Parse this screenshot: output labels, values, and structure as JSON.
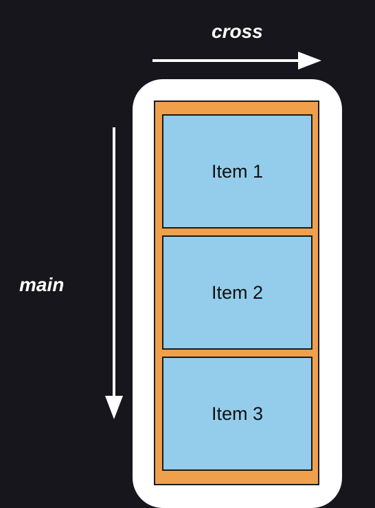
{
  "labels": {
    "cross": "cross",
    "main": "main"
  },
  "items": [
    {
      "label": "Item 1"
    },
    {
      "label": "Item 2"
    },
    {
      "label": "Item 3"
    }
  ],
  "colors": {
    "background": "#16161c",
    "device": "#ffffff",
    "container": "#f0a04b",
    "item": "#93cdeb",
    "arrow": "#ffffff"
  }
}
